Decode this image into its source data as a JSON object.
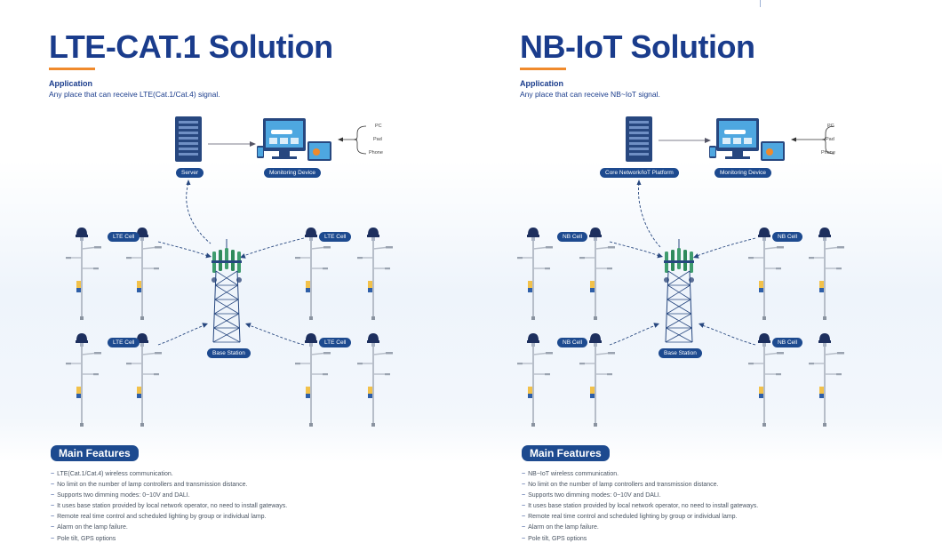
{
  "colors": {
    "brand": "#1a3c8c",
    "accent": "#f08a2c",
    "pill": "#1d4a8f"
  },
  "panels": [
    {
      "title": "LTE-CAT.1 Solution",
      "application_heading": "Application",
      "application_text": "Any place that can receive LTE(Cat.1/Cat.4)  signal.",
      "server_label": "Server",
      "monitor_label": "Monitoring Device",
      "devices": [
        "PC",
        "Pad",
        "Phone"
      ],
      "cell_label": "LTE Cell",
      "station_label": "Base Station",
      "features_heading": "Main Features",
      "features": [
        "LTE(Cat.1/Cat.4) wireless communication.",
        "No limit on the number of lamp controllers and transmission distance.",
        "Supports two dimming modes: 0~10V and DALI.",
        "It uses base station provided by local network operator, no need to install gateways.",
        "Remote real time control and scheduled lighting by group or individual lamp.",
        "Alarm on the lamp failure.",
        "Pole tilt, GPS options"
      ]
    },
    {
      "title": "NB-IoT Solution",
      "application_heading": "Application",
      "application_text": "Any place that can receive NB~IoT signal.",
      "server_label": "Core Network/IoT Platform",
      "monitor_label": "Monitoring Device",
      "devices": [
        "PC",
        "Pad",
        "Phone"
      ],
      "cell_label": "NB Cell",
      "station_label": "Base Station",
      "features_heading": "Main Features",
      "features": [
        "NB~IoT wireless communication.",
        "No limit on the number of lamp controllers and transmission distance.",
        "Supports two dimming modes: 0~10V and DALI.",
        "It uses base station provided by local network operator, no need to install gateways.",
        "Remote real time control and scheduled lighting by group or individual lamp.",
        "Alarm on the lamp failure.",
        "Pole tilt, GPS options"
      ]
    }
  ]
}
